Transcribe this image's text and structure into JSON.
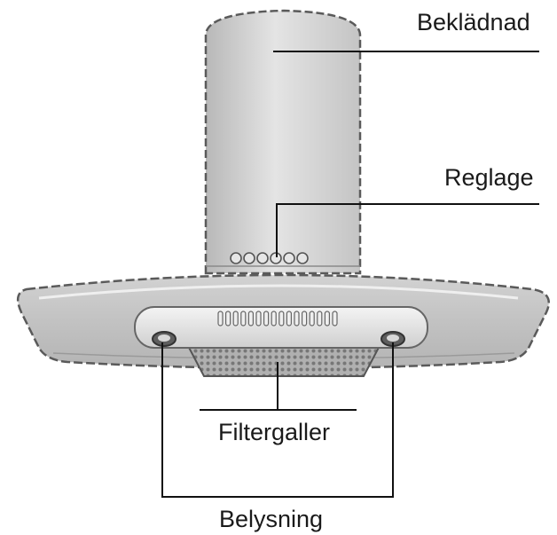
{
  "labels": {
    "casing": "Beklädnad",
    "controls": "Reglage",
    "filter_grille": "Filtergaller",
    "lighting": "Belysning"
  },
  "colors": {
    "line": "#111111",
    "panel_fill": "#c8c8c8",
    "panel_stroke": "#555555",
    "background": "#ffffff"
  },
  "counts": {
    "control_buttons": 6,
    "lamps": 2
  }
}
